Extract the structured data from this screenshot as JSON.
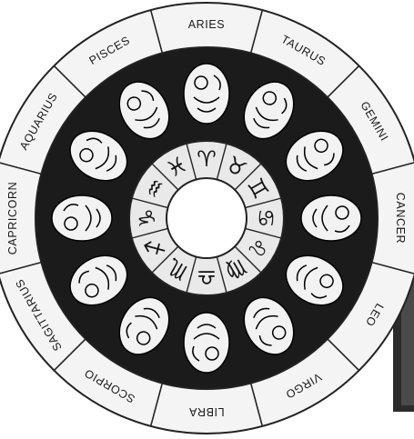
{
  "wheel": {
    "signs": [
      "ARIES",
      "TAURUS",
      "GEMINI",
      "CANCER",
      "LEO",
      "VIRGO",
      "LIBRA",
      "SCORPIO",
      "SAGITTARIUS",
      "CAPRICORN",
      "AQUARIUS",
      "PISCES"
    ],
    "symbols": [
      "♈",
      "♉",
      "♊",
      "♋",
      "♌",
      "♍",
      "♎",
      "♏",
      "♐",
      "♑",
      "♒",
      "♓"
    ],
    "colors": {
      "outer_ring": "#f4f4f4",
      "picture_ring": "#1b1b1b",
      "symbol_ring": "#e9e9e9",
      "hub": "#ffffff",
      "ink": "#111111",
      "figure": "#f2f2f2",
      "frame": "#2b2b2b"
    }
  }
}
